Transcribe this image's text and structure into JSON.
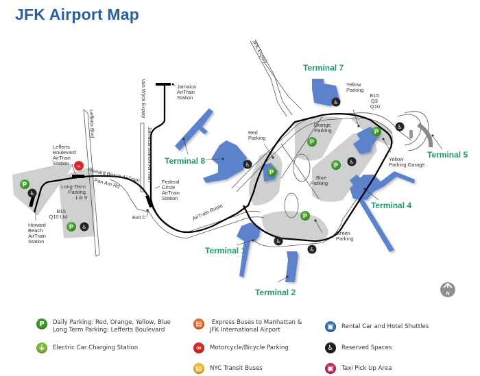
{
  "title": "JFK Airport Map",
  "colors": {
    "title": "#2a5f9e",
    "terminal_label": "#1f9a6e",
    "terminal_fill": "#5b82cc",
    "parking_fill": "#cfd0d2",
    "parking_icon": "#3d9a2a",
    "accessible_icon": "#222222",
    "airtrain": "#000000"
  },
  "terminals": [
    {
      "label": "Terminal 1"
    },
    {
      "label": "Terminal 2"
    },
    {
      "label": "Terminal 4"
    },
    {
      "label": "Terminal 5"
    },
    {
      "label": "Terminal 7"
    },
    {
      "label": "Terminal 8"
    }
  ],
  "map_labels": {
    "jfk_expwy": "JFK Expwy",
    "van_wyck": "Van Wyck Expwy",
    "lefferts_blvd": "Lefferts Blvd",
    "pan_am_rd": "Pan Am Rd",
    "howard_beach_airtrain": "Howard Beach AirTrain",
    "jamaica_station_airtrain": "Jamaica Station AirTrain",
    "airtrain_route": "AirTrain Route",
    "exit_c": "Exit C",
    "jamaica_station": [
      "Jamaica",
      "AirTrain",
      "Station"
    ],
    "federal_circle": [
      "Federal",
      "Circle",
      "AirTrain",
      "Station"
    ],
    "lefferts_station": [
      "Lefferts",
      "Boulevard",
      "AirTrain",
      "Station"
    ],
    "howard_beach_station": [
      "Howard",
      "Beach",
      "AirTrain",
      "Station"
    ],
    "long_term_parking": [
      "Long-Term",
      "Parking",
      "Lot 9"
    ],
    "bus_lot9": [
      "B15",
      "Q10 Ltd"
    ],
    "bus_t5": [
      "B15",
      "Q3",
      "Q10"
    ],
    "red_parking": [
      "Red",
      "Parking"
    ],
    "orange_parking": [
      "Orange",
      "Parking"
    ],
    "yellow_parking": [
      "Yellow",
      "Parking"
    ],
    "yellow_garage": [
      "Yellow",
      "Parking Garage"
    ],
    "blue_parking": [
      "Blue",
      "Parking"
    ],
    "green_parking": [
      "Green",
      "Parking"
    ],
    "north": "N"
  },
  "legend": [
    {
      "icon": "parking-icon",
      "color": "#3d9a2a",
      "glyph": "P",
      "lines": [
        "Daily Parking: Red, Orange, Yellow, Blue",
        "Long Term Parking: Lefferts Boulevard"
      ]
    },
    {
      "icon": "ev-charging-icon",
      "color": "#7cb83a",
      "glyph": "⏚",
      "lines": [
        "Electric Car Charging Station"
      ]
    },
    {
      "icon": "express-bus-icon",
      "color": "#e8682a",
      "glyph": "▤",
      "lines": [
        " Express Buses to Manhattan &",
        "JFK International Airport"
      ]
    },
    {
      "icon": "motorcycle-icon",
      "color": "#d62b2b",
      "glyph": "∞",
      "lines": [
        "Motorcycle/Bicycle Parking"
      ]
    },
    {
      "icon": "transit-bus-icon",
      "color": "#f0b428",
      "glyph": "▤",
      "lines": [
        "NYC Transit Buses"
      ]
    },
    {
      "icon": "rental-shuttle-icon",
      "color": "#3f6fae",
      "glyph": "▣",
      "lines": [
        "Rental Car and Hotel Shuttles"
      ]
    },
    {
      "icon": "accessible-icon",
      "color": "#1e1e1e",
      "glyph": "♿",
      "lines": [
        "Reserved Spaces"
      ]
    },
    {
      "icon": "taxi-icon",
      "color": "#c42a5a",
      "glyph": "▣",
      "lines": [
        "Taxi Pick Up Area"
      ]
    }
  ]
}
